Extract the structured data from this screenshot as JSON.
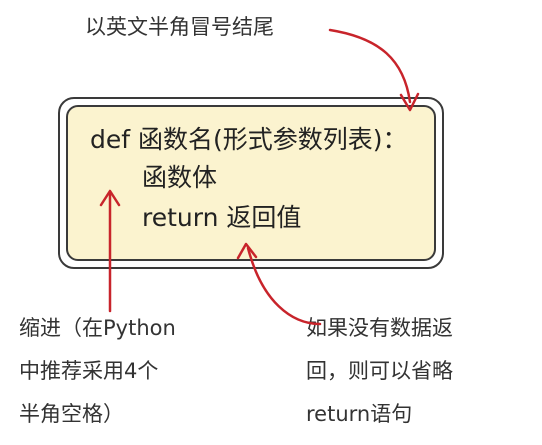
{
  "code": {
    "line1": "def 函数名(形式参数列表)：",
    "line2": "函数体",
    "line3": "return 返回值"
  },
  "annotations": {
    "top": "以英文半角冒号结尾",
    "left": {
      "line1": "缩进（在Python",
      "line2": "中推荐采用4个",
      "line3": "半角空格）"
    },
    "right": {
      "line1": "如果没有数据返",
      "line2": "回，则可以省略",
      "line3": "return语句"
    }
  },
  "colors": {
    "arrow": "#c8242b",
    "card_fill": "#fbf3cf",
    "card_border": "#3a3a3a"
  }
}
